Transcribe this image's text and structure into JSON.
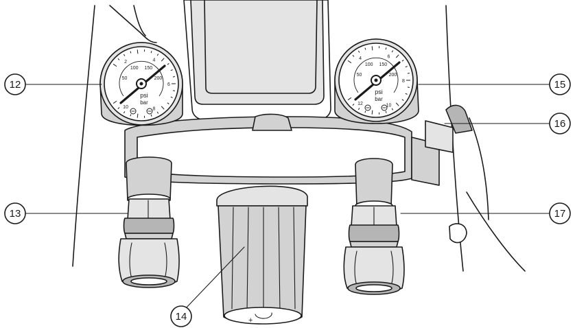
{
  "colors": {
    "line": "#1a1a1a",
    "shade_dark": "#b5b5b5",
    "shade_mid": "#d2d2d2",
    "shade_light": "#e4e4e4",
    "face": "#ffffff"
  },
  "gauge_left": {
    "bar_ticks": [
      "2",
      "4",
      "6",
      "8",
      "10"
    ],
    "psi_ticks": [
      "50",
      "100",
      "150",
      "200"
    ],
    "unit_psi": "psi",
    "unit_bar": "bar"
  },
  "gauge_right": {
    "bar_ticks": [
      "4",
      "6",
      "8",
      "10",
      "12"
    ],
    "psi_ticks": [
      "50",
      "100",
      "150",
      "200"
    ],
    "unit_psi": "psi",
    "unit_bar": "bar"
  },
  "regulator_knob": {
    "plus_sign": "+"
  },
  "callouts": [
    {
      "id": "c12",
      "label": "12"
    },
    {
      "id": "c13",
      "label": "13"
    },
    {
      "id": "c14",
      "label": "14"
    },
    {
      "id": "c15",
      "label": "15"
    },
    {
      "id": "c16",
      "label": "16"
    },
    {
      "id": "c17",
      "label": "17"
    }
  ]
}
